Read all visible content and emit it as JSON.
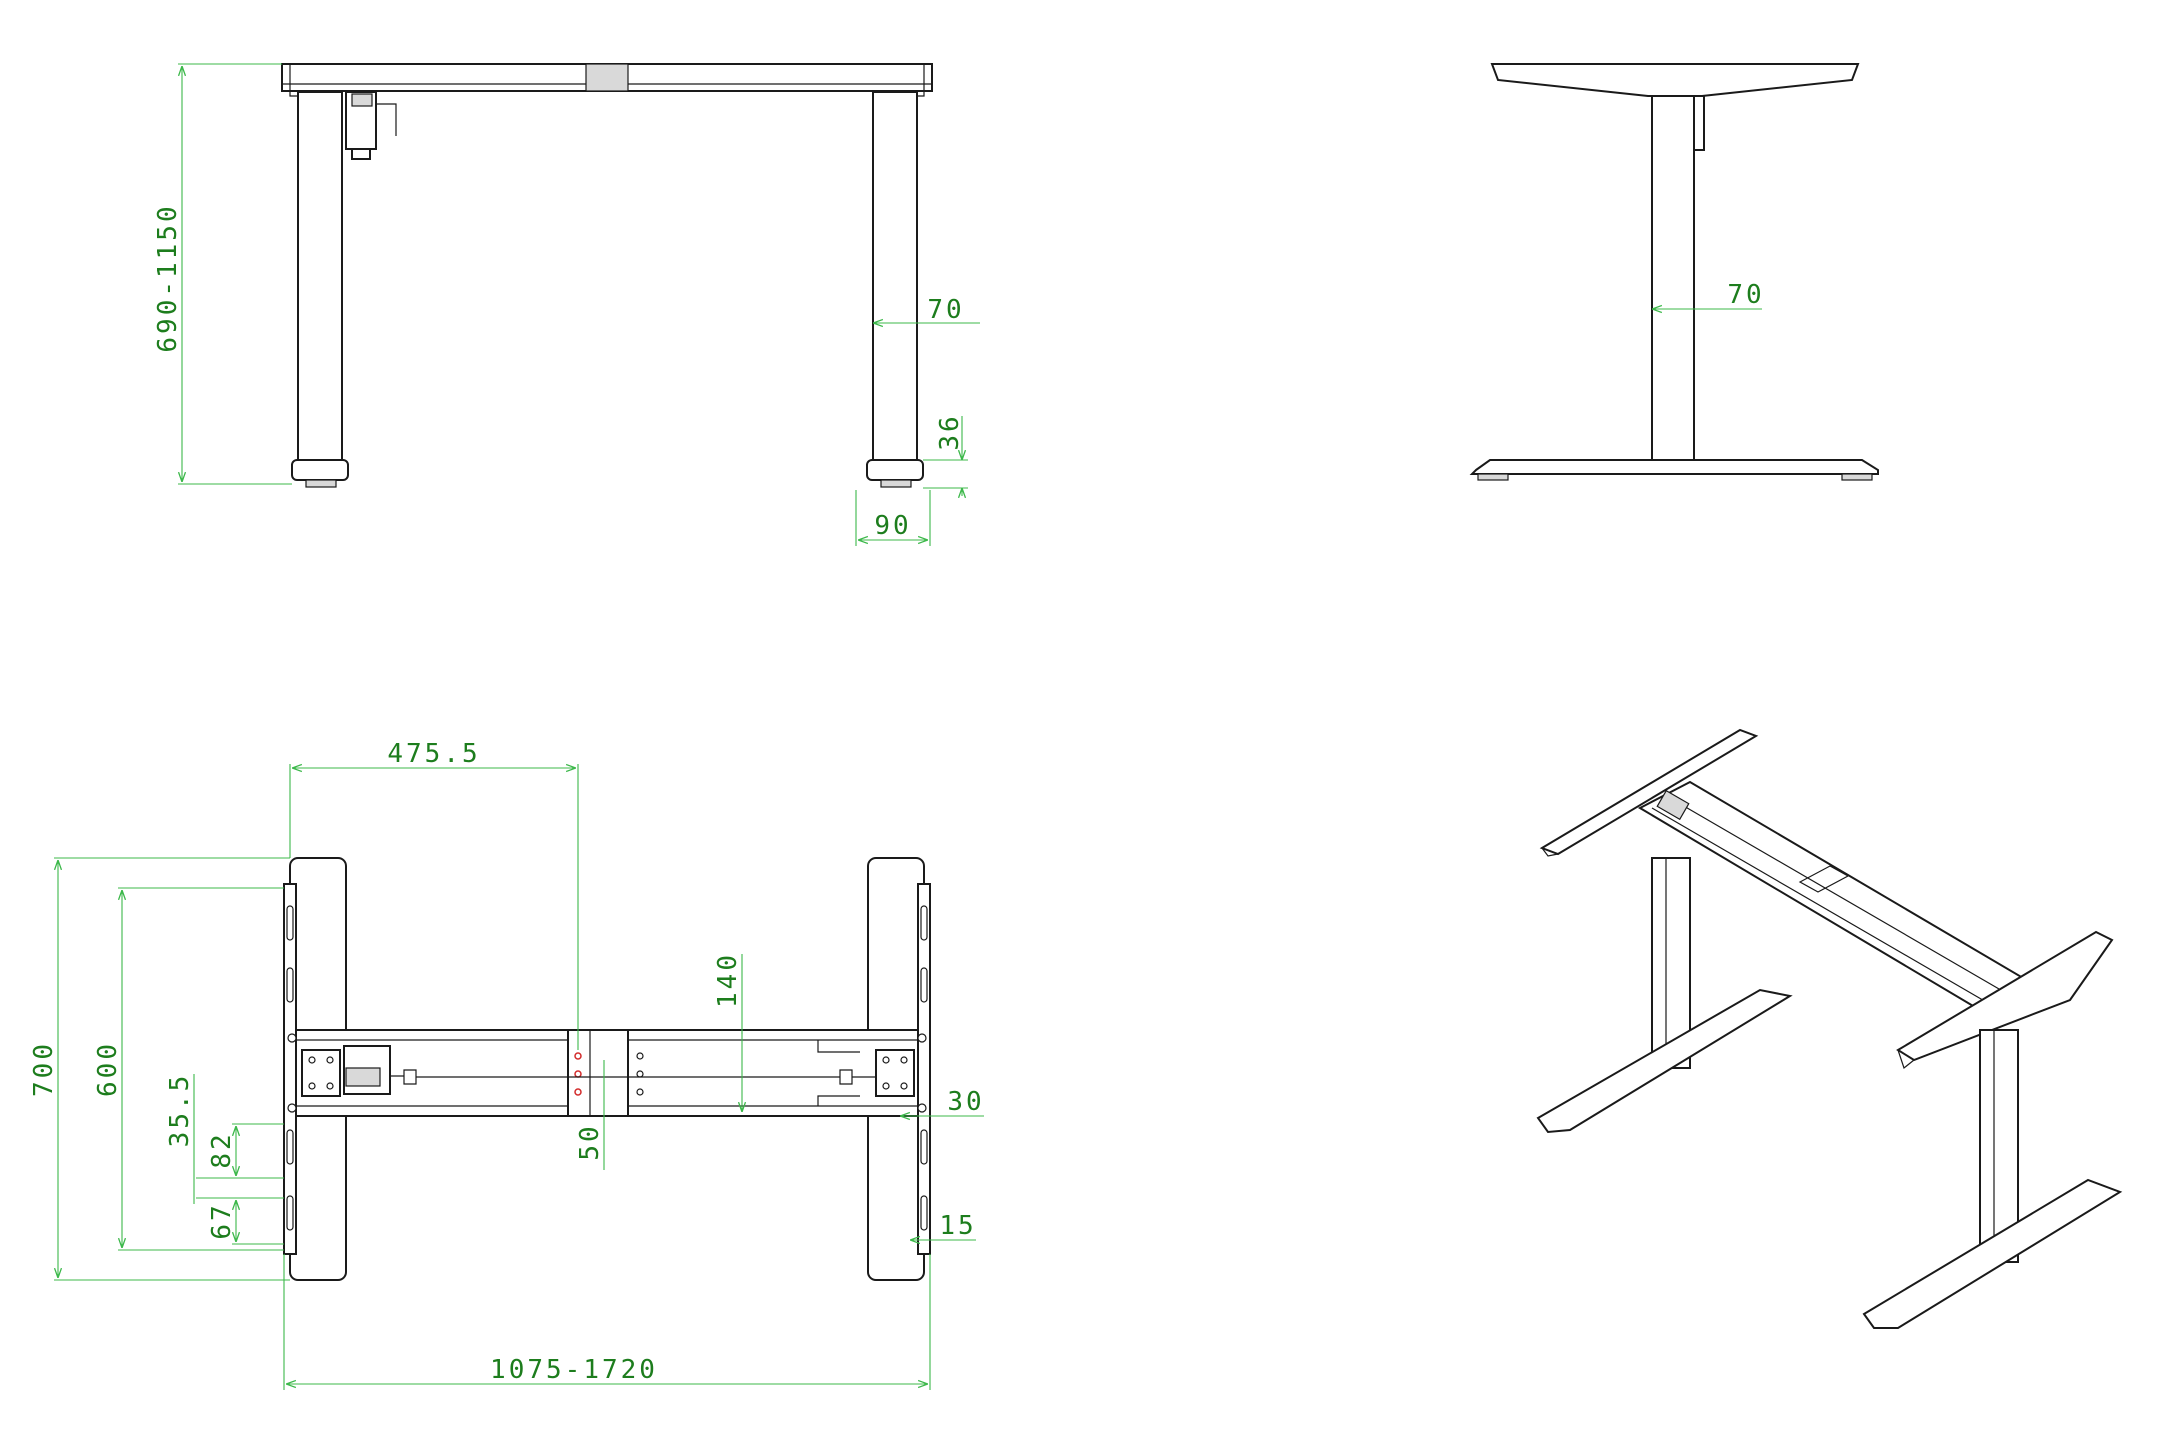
{
  "front_view": {
    "height_dim": "690-1150",
    "leg_width_dim": "70",
    "foot_height_dim": "36",
    "foot_width_dim": "90"
  },
  "side_view": {
    "leg_width_dim": "70"
  },
  "top_view": {
    "motor_offset_dim": "475.5",
    "frame_depth_dim": "700",
    "bracket_length_dim": "600",
    "slot_offset_dim": "35.5",
    "slot_spacing_dim": "82",
    "slot_length_dim": "67",
    "beam_height_dim": "140",
    "beam_gap_dim": "50",
    "bracket_offset_dim": "30",
    "bracket_width_dim": "15",
    "frame_width_dim": "1075-1720"
  },
  "colors": {
    "dimension_line": "#3cb84a",
    "dimension_text": "#1d7d1d",
    "outline": "#1a1a1a",
    "highlight_holes": "#d22a2a"
  }
}
